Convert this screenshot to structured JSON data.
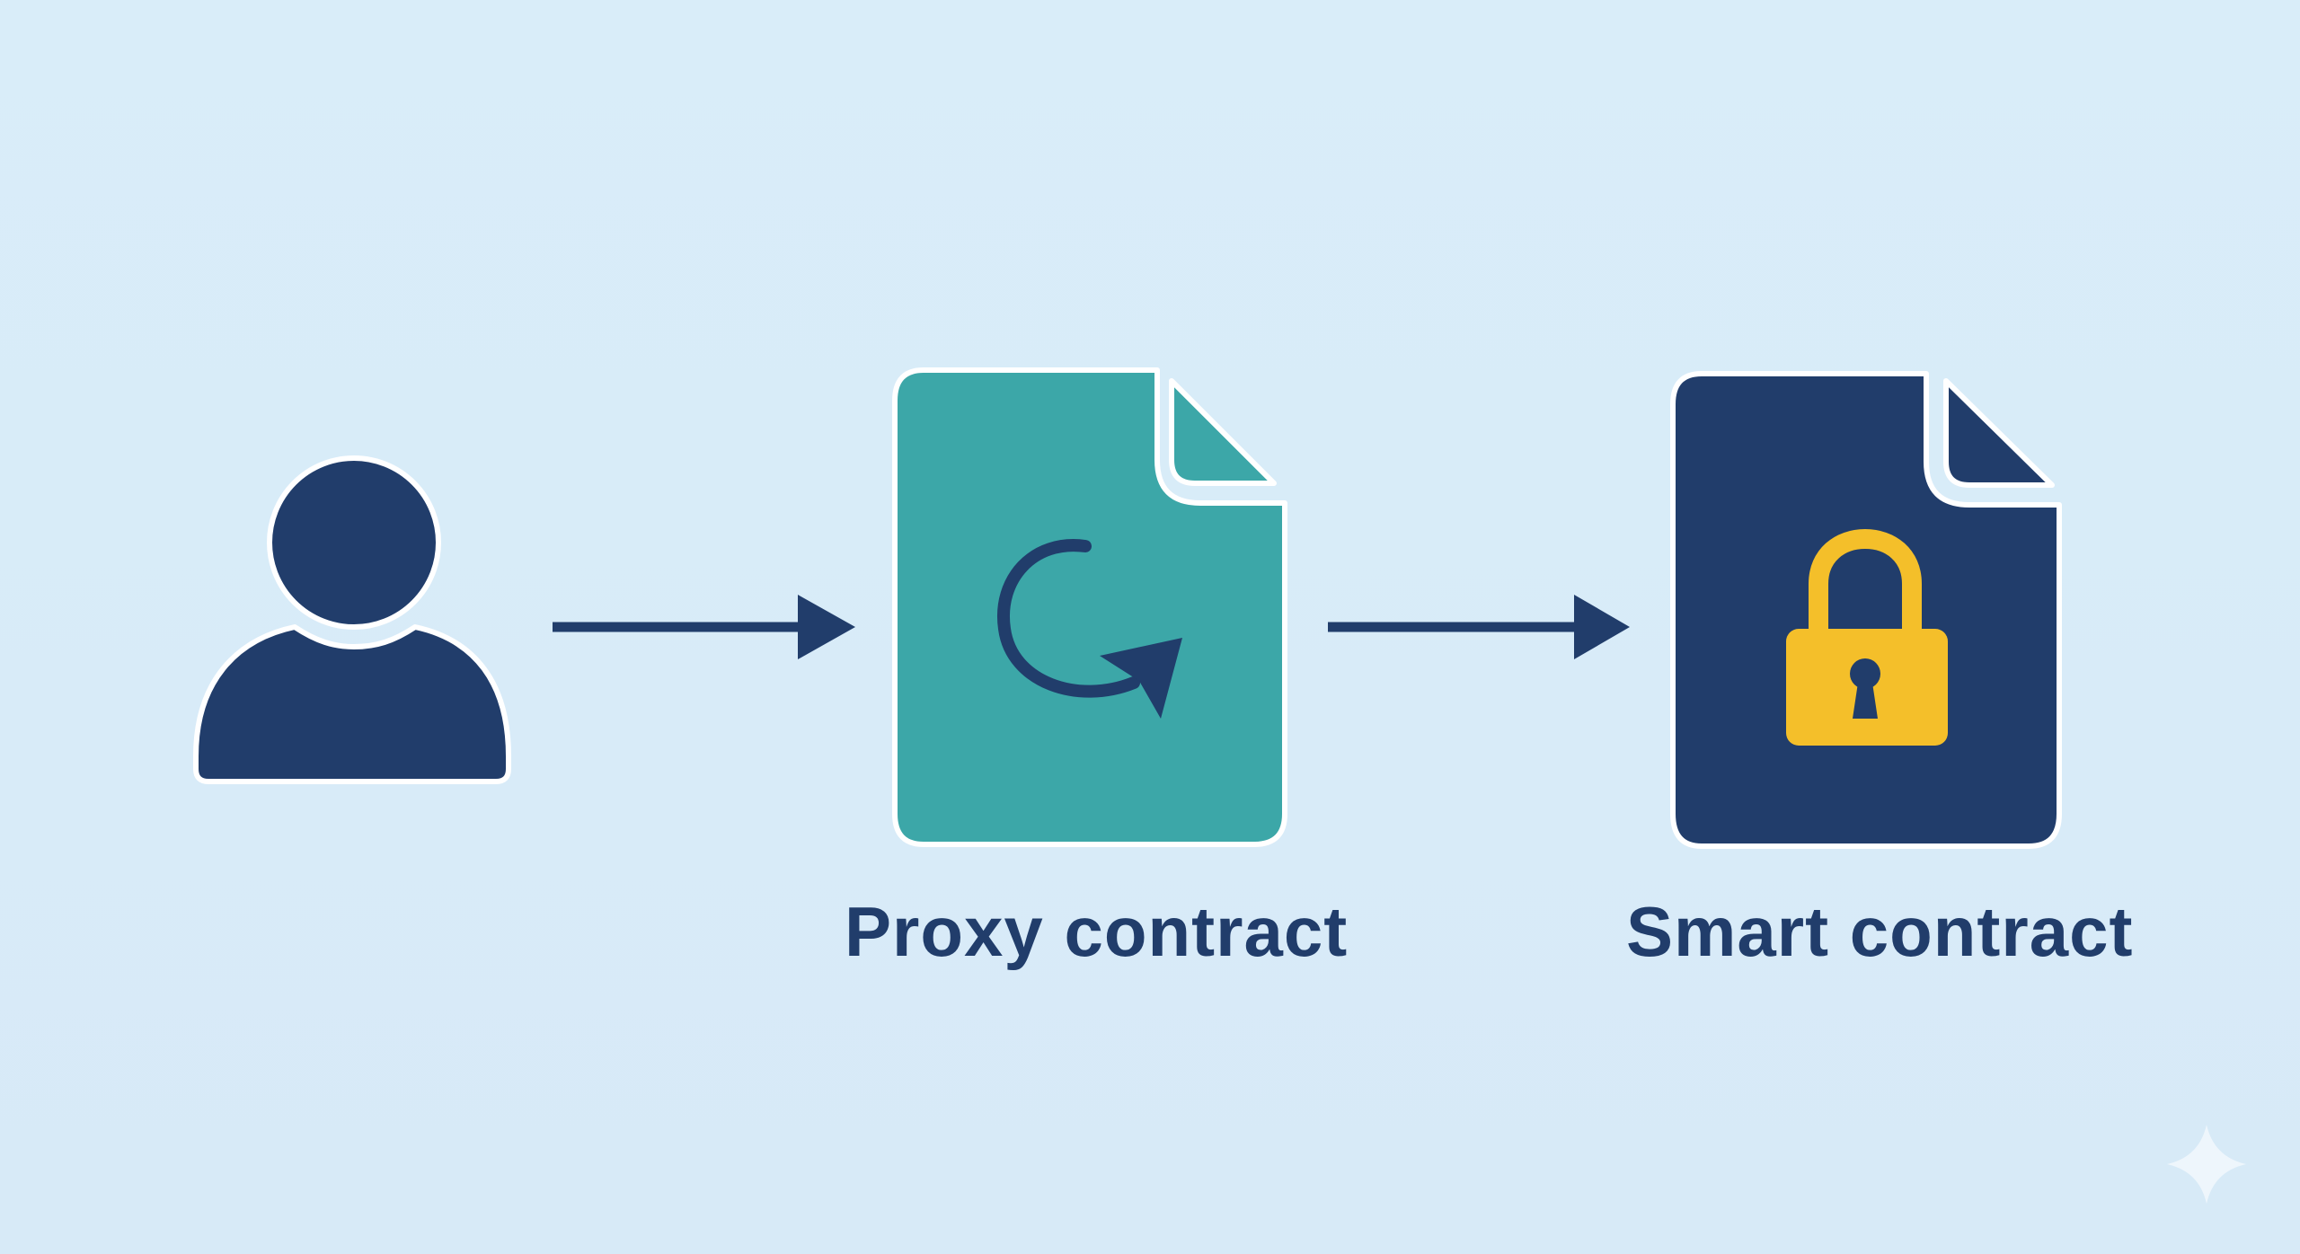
{
  "nodes": [
    {
      "id": "user",
      "icon": "user-icon"
    },
    {
      "id": "proxy",
      "label": "Proxy contract",
      "icon": "refresh-document-icon"
    },
    {
      "id": "smart",
      "label": "Smart contract",
      "icon": "locked-document-icon"
    }
  ],
  "edges": [
    {
      "from": "user",
      "to": "proxy"
    },
    {
      "from": "proxy",
      "to": "smart"
    }
  ],
  "colors": {
    "background": "#d9ecf9",
    "navy": "#213d6b",
    "teal": "#3ca7a8",
    "lock": "#f4bf2a",
    "outline": "#ffffff"
  },
  "decorations": {
    "corner_mark": "sparkle-icon"
  }
}
